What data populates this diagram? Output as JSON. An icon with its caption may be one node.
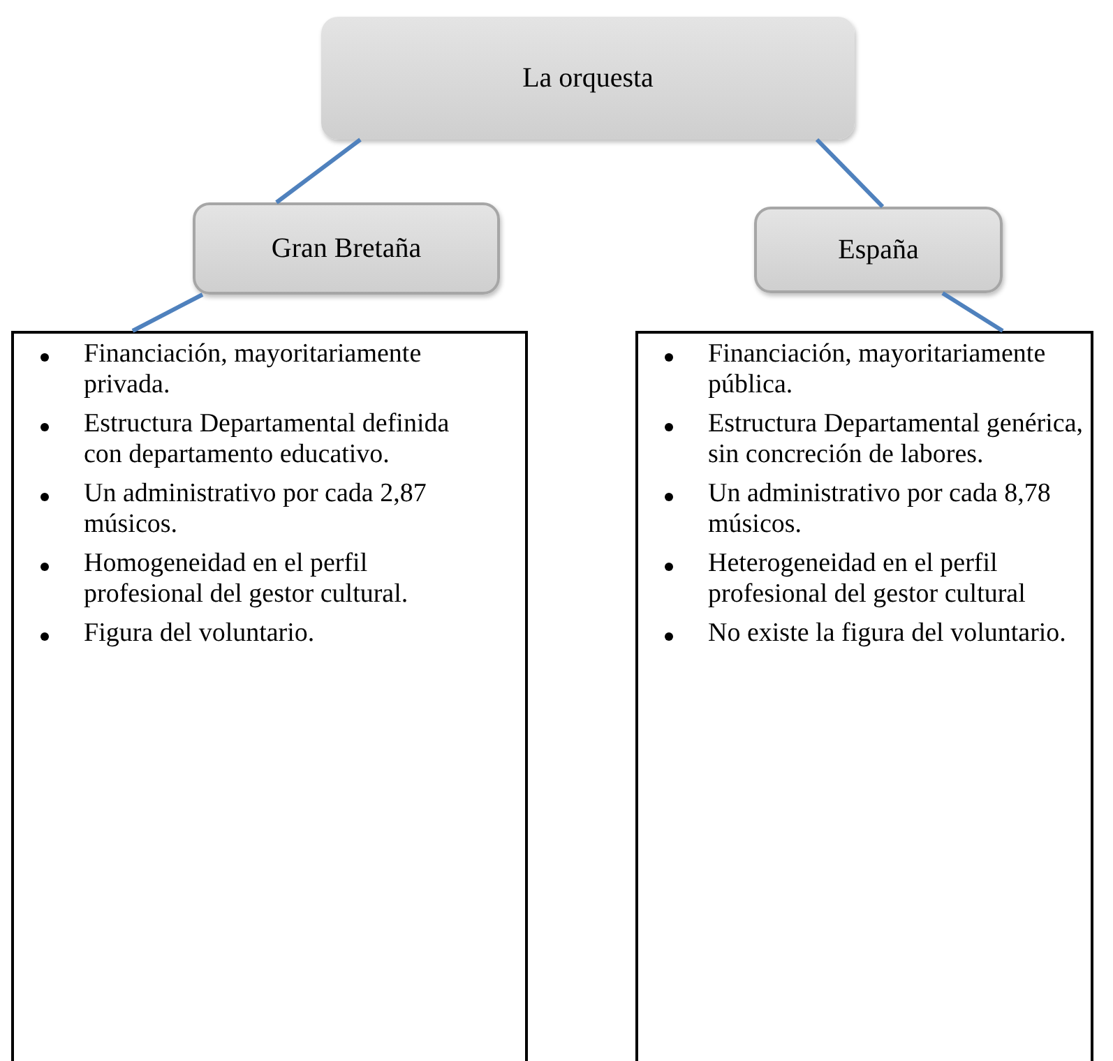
{
  "diagram": {
    "nodes": [
      {
        "text": [
          "La orquesta"
        ]
      },
      {
        "text": [
          "Gran Bretaña"
        ]
      },
      {
        "text": [
          "España"
        ]
      },
      {
        "text": [
          "Financiación, mayoritariamente privada.",
          "Estructura Departamental definida con departamento educativo.",
          "Un administrativo por cada 2,87 músicos.",
          "Homogeneidad en el perfil profesional del gestor cultural.",
          "Figura del voluntario."
        ]
      },
      {
        "text": [
          "Financiación, mayoritariamente pública.",
          "Estructura Departamental genérica, sin concreción de labores.",
          "Un administrativo por cada 8,78 músicos.",
          "Heterogeneidad en el perfil profesional del gestor cultural",
          "No existe la figura del voluntario."
        ]
      }
    ],
    "edges": [
      {
        "from": 0,
        "to": 1,
        "arrow": "none"
      },
      {
        "from": 0,
        "to": 2,
        "arrow": "none"
      },
      {
        "from": 1,
        "to": 3,
        "arrow": "none"
      },
      {
        "from": 2,
        "to": 4,
        "arrow": "none"
      }
    ]
  }
}
